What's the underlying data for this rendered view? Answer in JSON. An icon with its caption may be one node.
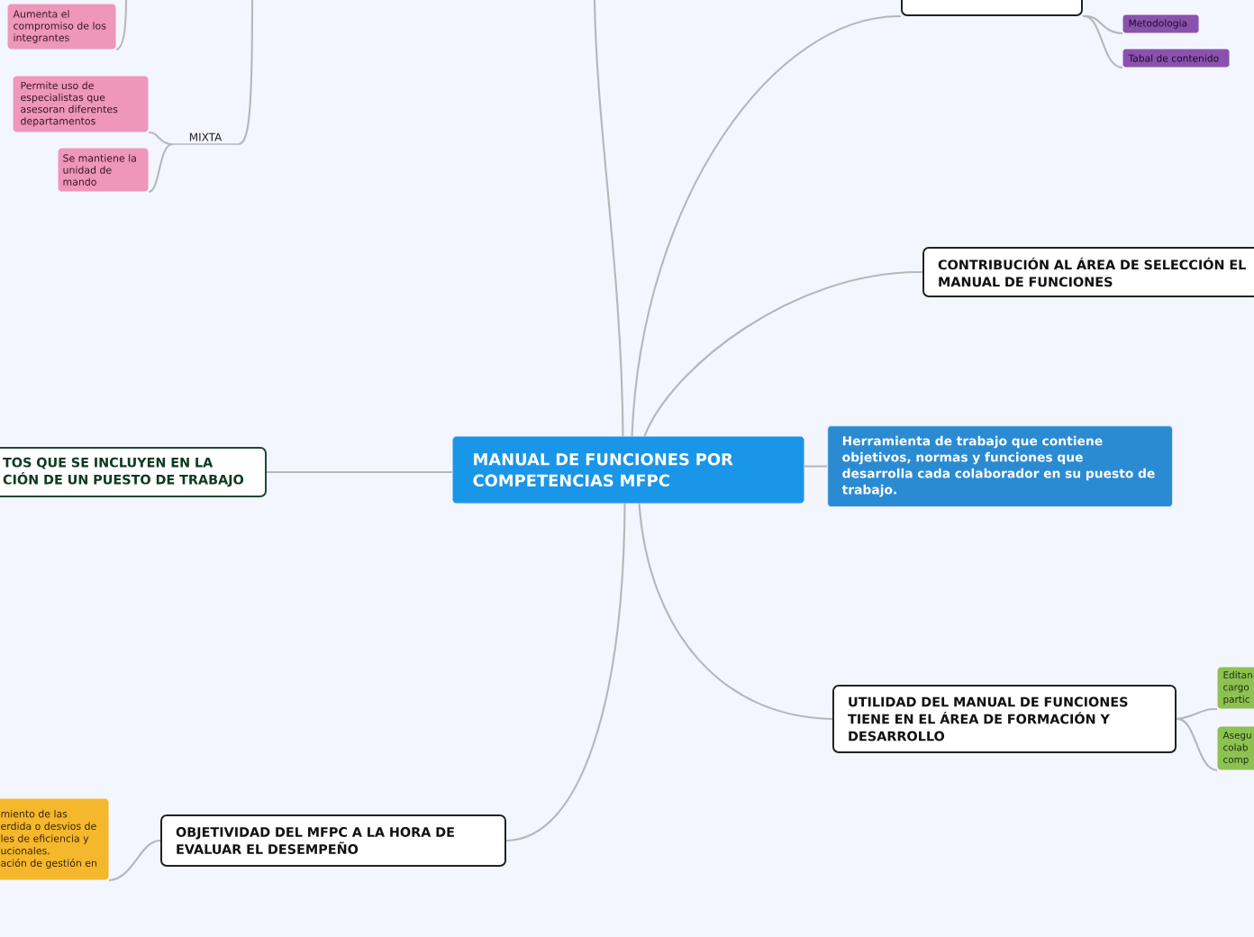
{
  "diagram": {
    "nodes": [
      {
        "text": [
          "Aumenta el compromiso de los integrantes"
        ]
      },
      {
        "text": [],
        "shape": "box"
      },
      {
        "text": [
          "Metodologia"
        ]
      },
      {
        "text": [
          "Tabal de contenido"
        ]
      },
      {
        "text": [
          "Permite uso de especialistas que asesoran diferentes departamentos"
        ]
      },
      {
        "text": [
          "MIXTA"
        ]
      },
      {
        "text": [
          "Se mantiene la unidad de mando"
        ]
      },
      {
        "text": [
          "CONTRIBUCIÓN AL ÁREA DE SELECCIÓN EL MANUAL DE FUNCIONES"
        ]
      },
      {
        "text": [
          "TOS QUE SE INCLUYEN EN LA CIÓN DE UN PUESTO DE TRABAJO"
        ]
      },
      {
        "text": [
          "MANUAL DE FUNCIONES POR COMPETENCIAS MFPC"
        ]
      },
      {
        "text": [
          "Herramienta de trabajo que contiene objetivos, normas y funciones que desarrolla cada colaborador en su puesto de trabajo."
        ]
      },
      {
        "text": [
          "Editan cargo partic"
        ]
      },
      {
        "text": [
          "UTILIDAD DEL MANUAL DE FUNCIONES TIENE EN EL ÁREA DE FORMACIÓN Y DESARROLLO"
        ]
      },
      {
        "text": [
          "Asegu colab comp"
        ]
      },
      {
        "text": [
          "miento de las erdida o desvios de les de eficiencia y ucionales.",
          "ación de gestión en"
        ]
      },
      {
        "text": [
          "OBJETIVIDAD DEL MFPC A LA HORA DE EVALUAR EL DESEMPEÑO"
        ]
      }
    ],
    "edges": [
      {
        "from": null,
        "to": 0,
        "arrow": "none"
      },
      {
        "from": 9,
        "to": null,
        "arrow": "none"
      },
      {
        "from": 9,
        "to": 1,
        "arrow": "none"
      },
      {
        "from": 1,
        "to": 2,
        "arrow": "none"
      },
      {
        "from": 1,
        "to": 3,
        "arrow": "none"
      },
      {
        "from": null,
        "to": 5,
        "arrow": "none"
      },
      {
        "from": 5,
        "to": 4,
        "arrow": "none"
      },
      {
        "from": 5,
        "to": 6,
        "arrow": "none"
      },
      {
        "from": 9,
        "to": 7,
        "arrow": "none"
      },
      {
        "from": 9,
        "to": 8,
        "arrow": "none"
      },
      {
        "from": 9,
        "to": 10,
        "arrow": "none"
      },
      {
        "from": 9,
        "to": 12,
        "arrow": "none"
      },
      {
        "from": 12,
        "to": 11,
        "arrow": "none"
      },
      {
        "from": 12,
        "to": 13,
        "arrow": "none"
      },
      {
        "from": 9,
        "to": 15,
        "arrow": "none"
      },
      {
        "from": 15,
        "to": 14,
        "arrow": "none"
      }
    ]
  }
}
